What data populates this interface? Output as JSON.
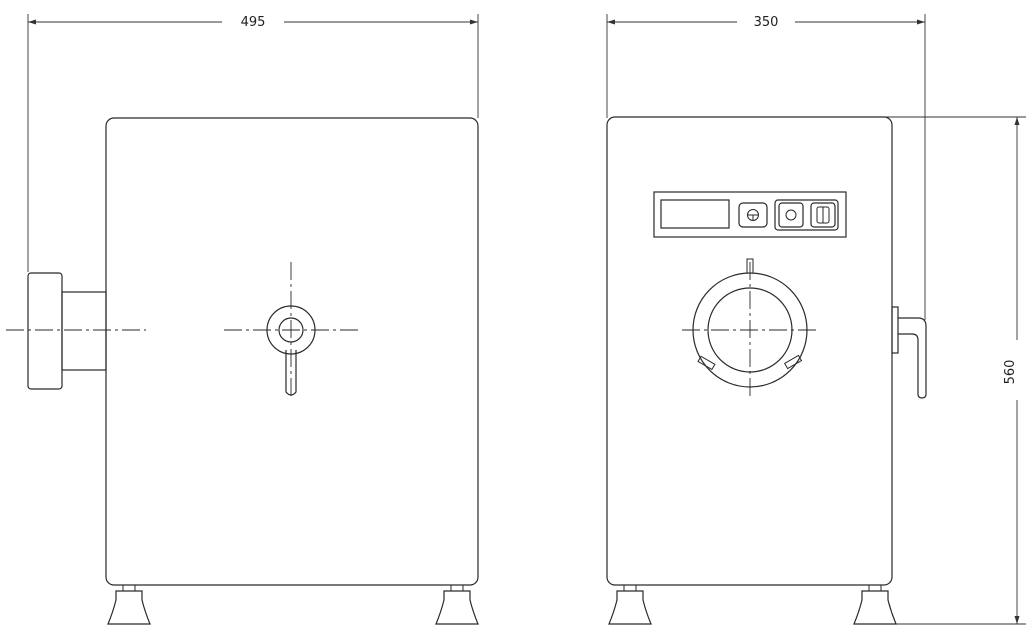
{
  "dimensions": {
    "left_width": "495",
    "right_width": "350",
    "right_height": "560"
  },
  "colors": {
    "line": "#2a2a2a",
    "background": "#ffffff"
  }
}
